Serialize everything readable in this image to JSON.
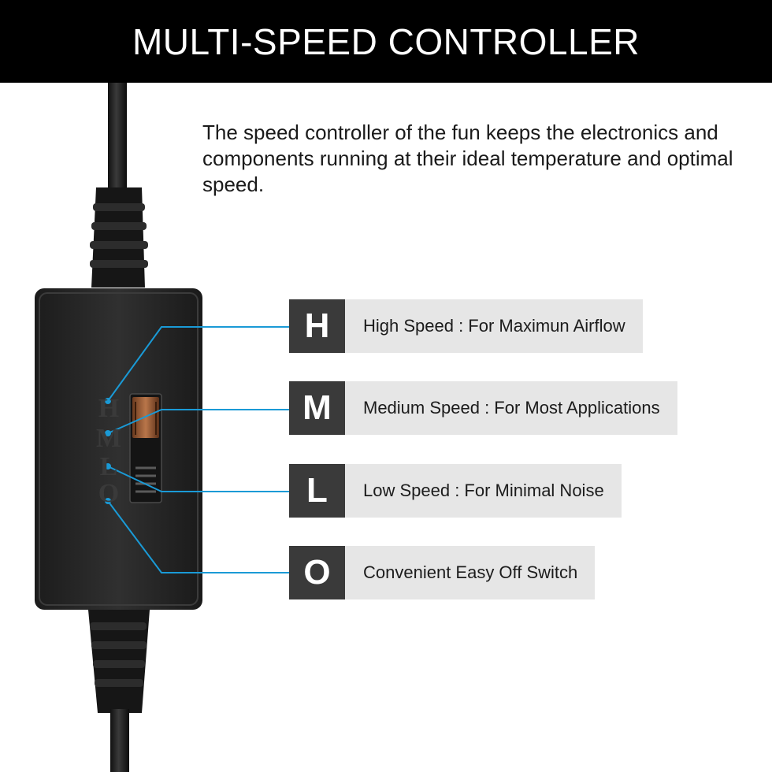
{
  "header": {
    "title": "MULTI-SPEED CONTROLLER"
  },
  "description": "The speed controller of the fun keeps the electronics and components running at their ideal temperature and optimal speed.",
  "switch_letters": [
    "H",
    "M",
    "L",
    "O"
  ],
  "speeds": [
    {
      "letter": "H",
      "label": "High Speed : For Maximun Airflow"
    },
    {
      "letter": "M",
      "label": "Medium Speed : For Most Applications"
    },
    {
      "letter": "L",
      "label": "Low Speed : For Minimal Noise"
    },
    {
      "letter": "O",
      "label": "Convenient Easy Off Switch"
    }
  ],
  "colors": {
    "header_bg": "#000000",
    "letter_box": "#3a3a3a",
    "label_box": "#e6e6e6",
    "callout_line": "#1a9ad6",
    "controller_body": "#2a2a2a"
  }
}
